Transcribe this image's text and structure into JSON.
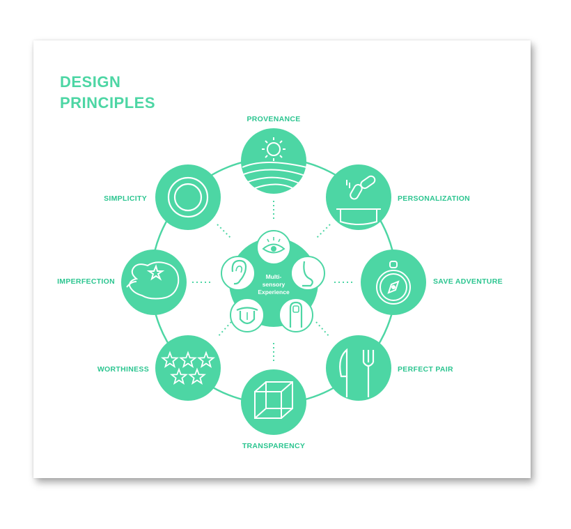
{
  "title": {
    "line1": "DESIGN",
    "line2": "PRINCIPLES"
  },
  "colors": {
    "accent": "#4dd6a4",
    "label": "#2cc590",
    "icon_line": "#ffffff"
  },
  "center": {
    "line1": "Multi-",
    "line2": "sensory",
    "line3": "Experience"
  },
  "principles": [
    {
      "label": "PROVENANCE",
      "icon": "sun-over-fields-icon"
    },
    {
      "label": "PERSONALIZATION",
      "icon": "pills-icon"
    },
    {
      "label": "SAVE ADVENTURE",
      "icon": "compass-icon"
    },
    {
      "label": "PERFECT PAIR",
      "icon": "knife-and-fork-icon"
    },
    {
      "label": "TRANSPARENCY",
      "icon": "cube-icon"
    },
    {
      "label": "WORTHINESS",
      "icon": "stars-icon"
    },
    {
      "label": "IMPERFECTION",
      "icon": "tomato-icon"
    },
    {
      "label": "SIMPLICITY",
      "icon": "plate-icon"
    }
  ],
  "senses": [
    {
      "name": "sight",
      "icon": "eye-icon"
    },
    {
      "name": "smell",
      "icon": "nose-icon"
    },
    {
      "name": "touch",
      "icon": "finger-icon"
    },
    {
      "name": "taste",
      "icon": "tongue-icon"
    },
    {
      "name": "hearing",
      "icon": "ear-icon"
    }
  ]
}
